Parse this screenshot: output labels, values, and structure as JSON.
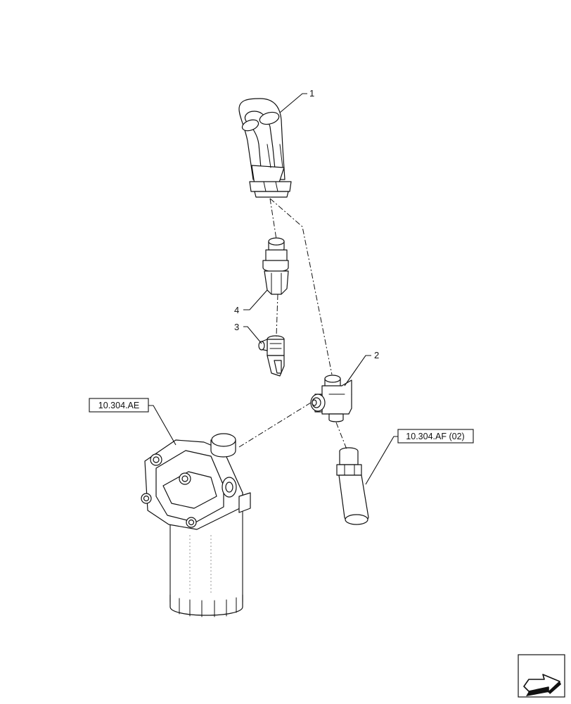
{
  "callouts": [
    {
      "id": "1",
      "label": "1"
    },
    {
      "id": "2",
      "label": "2"
    },
    {
      "id": "3",
      "label": "3"
    },
    {
      "id": "4",
      "label": "4"
    }
  ],
  "references": {
    "filter_ref": "10.304.AE",
    "pipe_ref": "10.304.AF (02)"
  },
  "icons": {
    "nav_arrow": "next-page-arrow-icon"
  }
}
